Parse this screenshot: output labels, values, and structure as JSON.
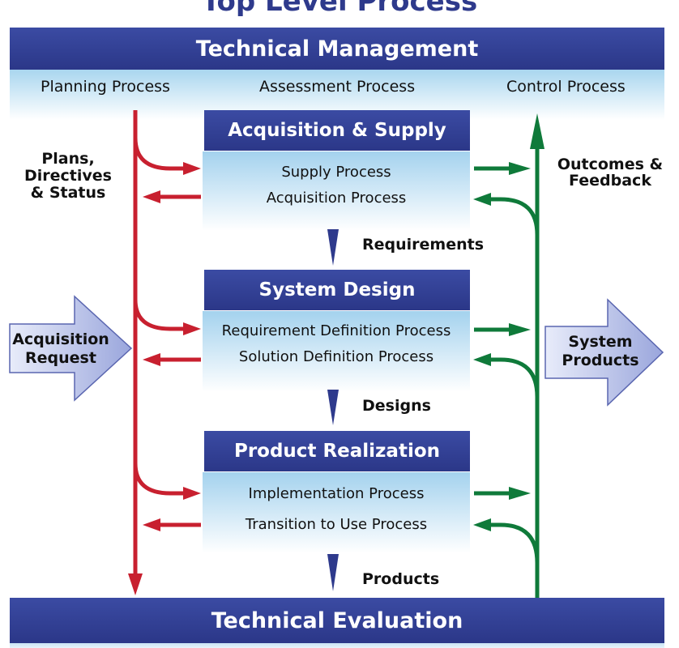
{
  "title": "Top Level Process",
  "technical_management": {
    "label": "Technical Management",
    "planning": "Planning Process",
    "assessment": "Assessment Process",
    "control": "Control Process"
  },
  "left_flow_label": "Plans,\nDirectives\n& Status",
  "right_flow_label": "Outcomes &\nFeedback",
  "input_arrow": "Acquisition\nRequest",
  "output_arrow": "System\nProducts",
  "stages": [
    {
      "header": "Acquisition & Supply",
      "items": [
        "Supply Process",
        "Acquisition Process"
      ],
      "output": "Requirements"
    },
    {
      "header": "System Design",
      "items": [
        "Requirement Definition Process",
        "Solution Definition Process"
      ],
      "output": "Designs"
    },
    {
      "header": "Product Realization",
      "items": [
        "Implementation Process",
        "Transition to Use Process"
      ],
      "output": "Products"
    }
  ],
  "technical_evaluation": "Technical Evaluation",
  "colors": {
    "band": "#2e3a8c",
    "red_flow": "#c8202f",
    "green_flow": "#0f7a3a",
    "arrow_fill": "#b9c3ea"
  }
}
